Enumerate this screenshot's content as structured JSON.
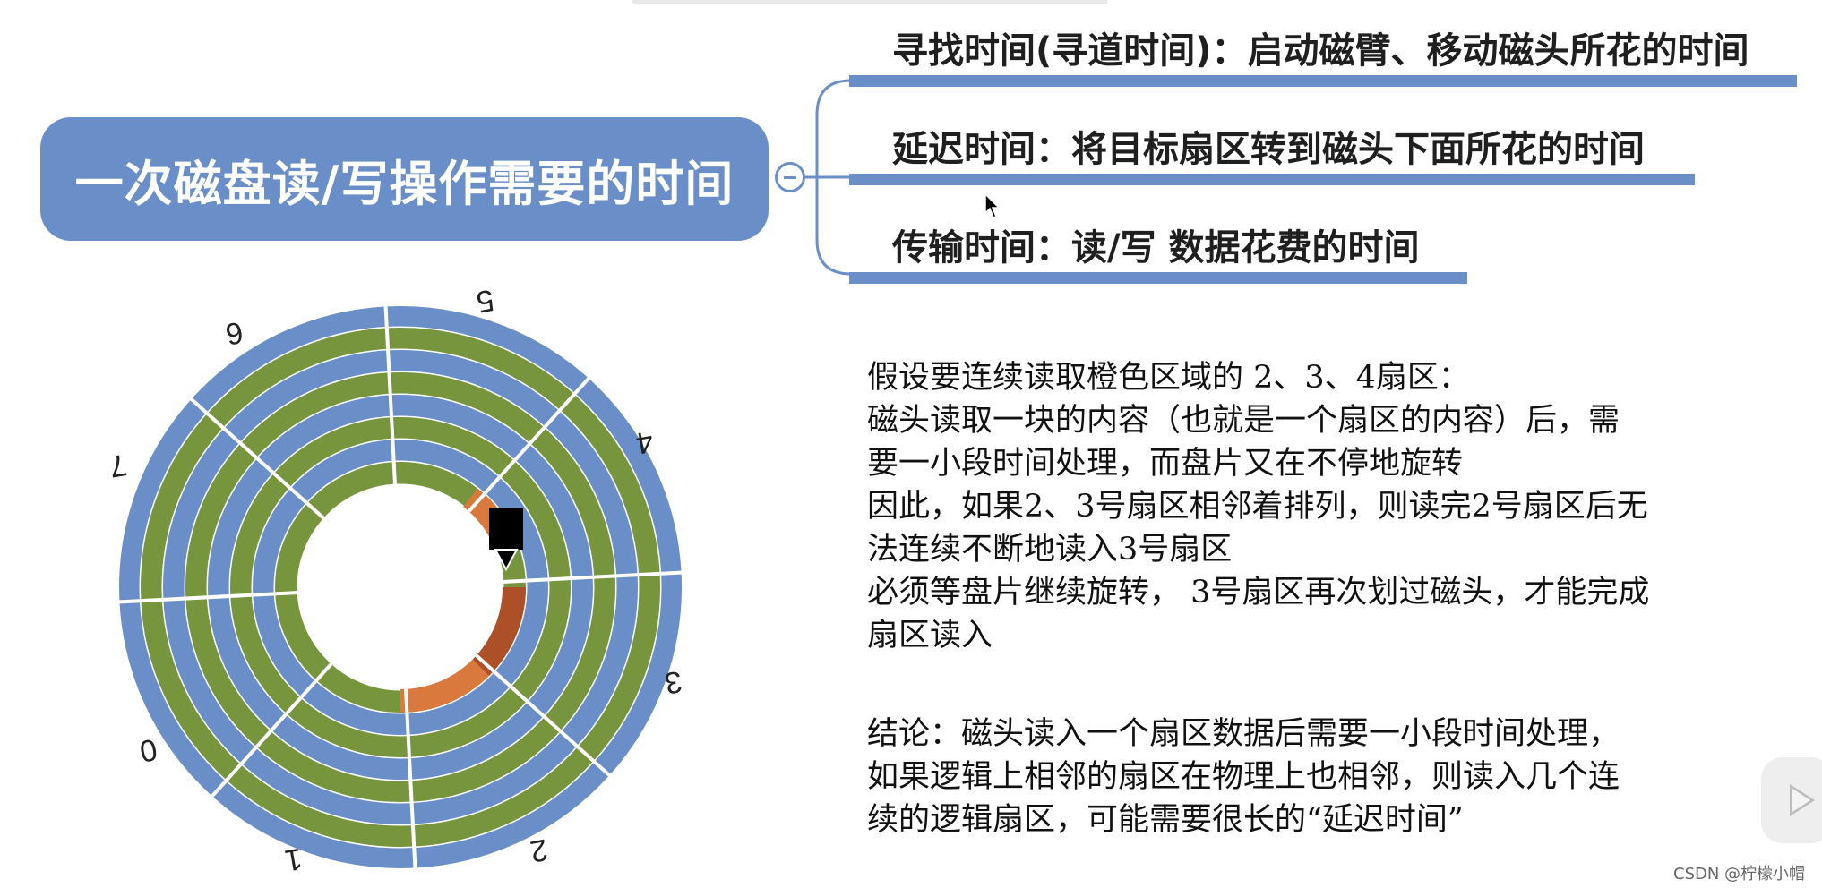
{
  "main_topic": "一次磁盘读/写操作需要的时间",
  "branches": [
    {
      "label": "寻找时间(寻道时间)：启动磁臂、移动磁头所花的时间"
    },
    {
      "label": "延迟时间：将目标扇区转到磁头下面所花的时间"
    },
    {
      "label": "传输时间：读/写 数据花费的时间"
    }
  ],
  "disk": {
    "sector_labels": [
      "0",
      "1",
      "2",
      "3",
      "4",
      "5",
      "6",
      "7"
    ],
    "colors": {
      "blue": "#6a8fc8",
      "green": "#77953d",
      "orange_light": "#d9793e",
      "orange_dark": "#ad5027"
    }
  },
  "description": {
    "lines": [
      "假设要连续读取橙色区域的 2、3、4扇区：",
      "磁头读取一块的内容（也就是一个扇区的内容）后，需",
      "要一小段时间处理，而盘片又在不停地旋转",
      "因此，如果2、3号扇区相邻着排列，则读完2号扇区后无",
      "法连续不断地读入3号扇区",
      "必须等盘片继续旋转， 3号扇区再次划过磁头，才能完成",
      "扇区读入"
    ]
  },
  "conclusion": {
    "lines": [
      "结论：磁头读入一个扇区数据后需要一小段时间处理，",
      "如果逻辑上相邻的扇区在物理上也相邻，则读入几个连",
      "续的逻辑扇区，可能需要很长的“延迟时间”"
    ]
  },
  "watermark": "CSDN @柠檬小帽"
}
